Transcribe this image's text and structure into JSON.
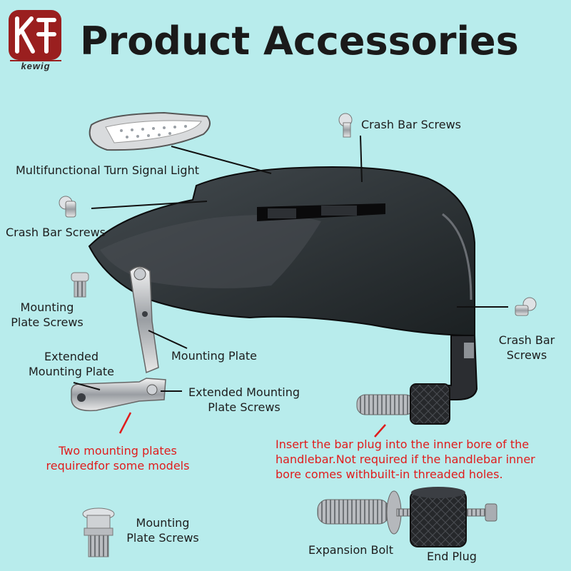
{
  "brand": {
    "logo_text": "kewig",
    "logo_color": "#9a1f1f"
  },
  "title": "Product Accessories",
  "labels": {
    "turn_signal": "Multifunctional Turn Signal Light",
    "crash_bar_top": "Crash Bar Screws",
    "crash_bar_left": "Crash Bar Screws",
    "crash_bar_right_1": "Crash Bar",
    "crash_bar_right_2": "Screws",
    "mounting_plate_screws_1a": "Mounting",
    "mounting_plate_screws_1b": "Plate Screws",
    "mounting_plate": "Mounting Plate",
    "extended_mounting_plate_1": "Extended",
    "extended_mounting_plate_2": "Mounting Plate",
    "extended_screws_1": "Extended Mounting",
    "extended_screws_2": "Plate Screws",
    "two_plates_1": "Two mounting plates",
    "two_plates_2": "requiredfor some models",
    "bar_plug_1": "Insert the bar plug into the inner bore of the",
    "bar_plug_2": "handlebar.Not required if the handlebar inner",
    "bar_plug_3": "bore comes withbuilt-in threaded holes.",
    "mounting_plate_screws_2a": "Mounting",
    "mounting_plate_screws_2b": "Plate Screws",
    "expansion_bolt": "Expansion Bolt",
    "end_plug": "End Plug"
  },
  "colors": {
    "background": "#b8ecec",
    "note_red": "#e01c1c",
    "guard": "#1b1d20"
  }
}
